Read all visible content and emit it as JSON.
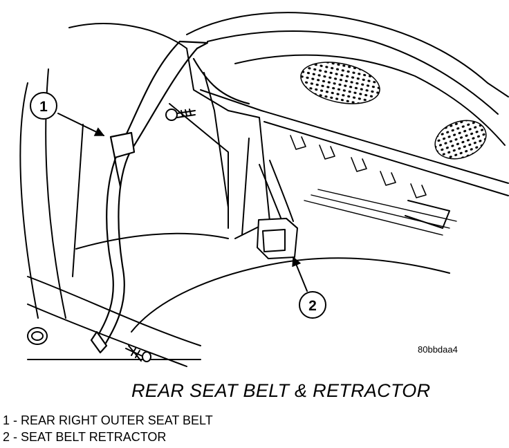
{
  "figure": {
    "reference_id": "80bbdaa4",
    "title": "REAR SEAT BELT & RETRACTOR",
    "callouts": [
      {
        "number": "1",
        "label": "REAR RIGHT OUTER SEAT BELT"
      },
      {
        "number": "2",
        "label": "SEAT BELT RETRACTOR"
      }
    ],
    "legend": [
      "1 - REAR RIGHT OUTER SEAT BELT",
      "2 - SEAT BELT RETRACTOR"
    ]
  }
}
